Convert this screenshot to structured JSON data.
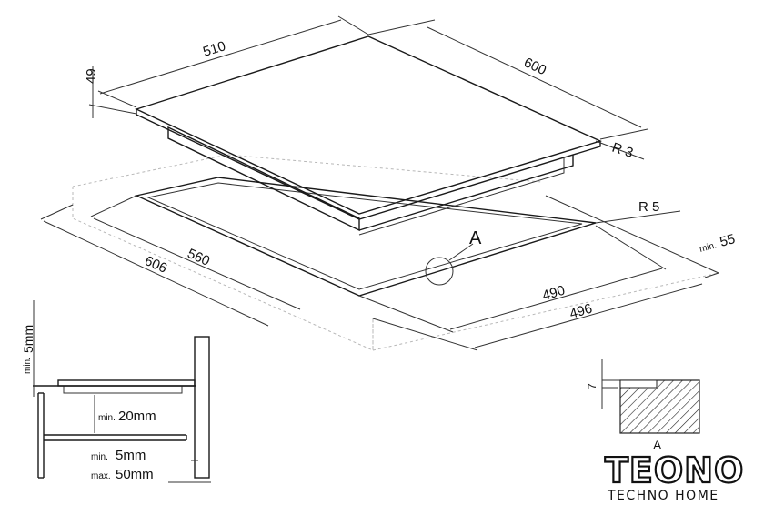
{
  "dimensions": {
    "top_width": "510",
    "top_depth": "600",
    "thickness": "49",
    "corner_radius": "R 3",
    "cutout_radius": "R 5",
    "cutout_width": "560",
    "worktop_width": "606",
    "cutout_depth": "490",
    "worktop_depth": "496",
    "edge_min": "55",
    "detail_label": "A",
    "detail_height": "7"
  },
  "labels": {
    "min": "min.",
    "max": "max."
  },
  "section": {
    "top_gap_value": "5mm",
    "mid_value": "20mm",
    "bottom_min_value": "5mm",
    "bottom_max_value": "50mm"
  },
  "brand": {
    "name": "TEONO",
    "tagline": "TECHNO HOME",
    "color": "#111111"
  }
}
